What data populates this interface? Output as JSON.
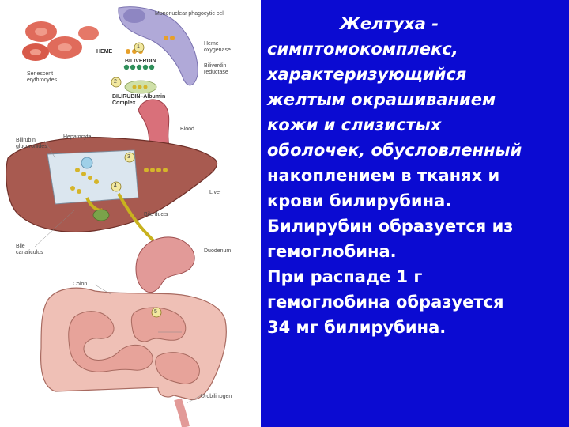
{
  "slide": {
    "text_lines": [
      "Желтуха -",
      "симптомокомплекс,",
      "характеризующийся",
      "желтым окрашиванием",
      "кожи и слизистых",
      "оболочек, обусловленный",
      "накоплением в тканях и",
      "крови билирубина.",
      "Билирубин образуется из",
      "гемоглобина.",
      "При распаде 1 г",
      "гемоглобина образуется",
      "34 мг билирубина."
    ]
  },
  "figure": {
    "labels": {
      "mononuclear": "Mononuclear phagocytic cell",
      "heme": "HEME",
      "heme_oxygenase": "Heme oxygenase",
      "biliverdin": "BILIVERDIN",
      "biliverdin_reductase": "Biliverdin reductase",
      "senescent": "Senescent erythrocytes",
      "bilirubin_albumin": "BILIRUBIN–Albumin Complex",
      "blood": "Blood",
      "hepatocyte": "Hepatocyte",
      "bilirubin_glucuronides": "Bilirubin glucuronides",
      "liver": "Liver",
      "bile_ducts": "Bile ducts",
      "bile_canaliculus": "Bile canaliculus",
      "duodenum": "Duodenum",
      "colon": "Colon",
      "urobilinogen": "Urobilinogen",
      "step1": "1",
      "step2": "2",
      "step3": "3",
      "step4": "4",
      "step5": "5"
    }
  },
  "colors": {
    "background": "#0b0bd2",
    "text": "#ffffff",
    "liver": "#a85a50",
    "intestine": "#e7a39a",
    "vessel": "#d9707a",
    "bile": "#c8b21e",
    "phagocyte": "#9b94c8",
    "erythrocyte": "#e06b5b"
  }
}
